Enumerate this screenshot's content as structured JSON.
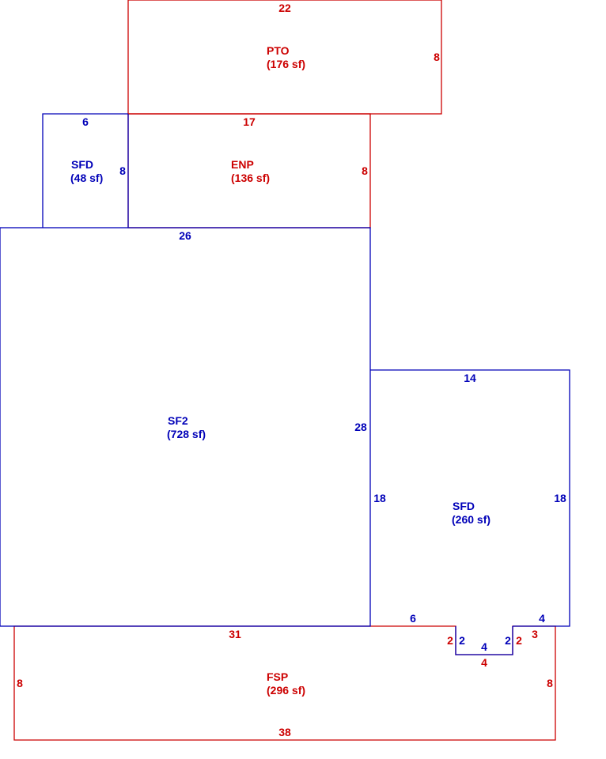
{
  "colors": {
    "red": "#cc0000",
    "blue": "#0000b8"
  },
  "areas": {
    "pto": {
      "code": "PTO",
      "area": "(176 sf)"
    },
    "enp": {
      "code": "ENP",
      "area": "(136 sf)"
    },
    "sfd_small": {
      "code": "SFD",
      "area": "(48 sf)"
    },
    "sf2": {
      "code": "SF2",
      "area": "(728 sf)"
    },
    "sfd_large": {
      "code": "SFD",
      "area": "(260 sf)"
    },
    "fsp": {
      "code": "FSP",
      "area": "(296 sf)"
    }
  },
  "dimensions": {
    "pto_top": "22",
    "pto_right": "8",
    "enp_top": "17",
    "enp_right": "8",
    "sfd_small_top": "6",
    "sfd_small_right": "8",
    "sf2_top": "26",
    "sf2_right": "28",
    "sfd_large_top": "14",
    "sfd_large_left": "18",
    "sfd_large_right": "18",
    "sfd_large_bottom_left": "6",
    "sfd_large_notch_left": "2",
    "sfd_large_notch_bottom": "4",
    "sfd_large_notch_right": "2",
    "sfd_large_bottom_right": "4",
    "fsp_top": "31",
    "fsp_left": "8",
    "fsp_right": "8",
    "fsp_bottom": "38",
    "fsp_notch_left": "2",
    "fsp_notch_bottom": "4",
    "fsp_notch_right": "2",
    "fsp_right_top": "3"
  }
}
